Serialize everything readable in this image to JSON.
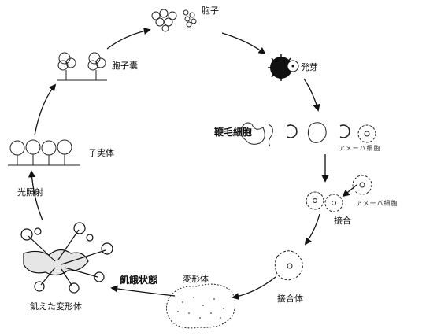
{
  "stages": {
    "spore": "胞子",
    "germination": "発芽",
    "flagellate": "鞭毛細胞",
    "amoeba": "アメーバ細胞",
    "fusion": "接合",
    "zygote": "接合体",
    "plasmodium": "変形体",
    "starved_plasmodium": "飢えた変形体",
    "fruiting_body": "子実体",
    "sporangium": "胞子嚢"
  },
  "transitions": {
    "starvation": "飢餓状態",
    "light": "光照射"
  },
  "colors": {
    "ink": "#111111",
    "background": "#ffffff"
  }
}
